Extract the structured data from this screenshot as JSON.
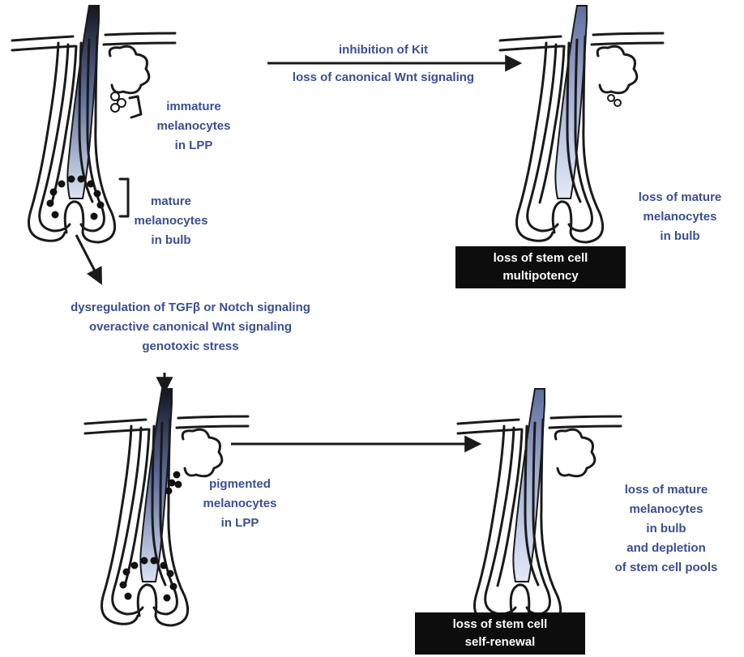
{
  "top_arrow": {
    "line1": "inhibition of Kit",
    "line2": "loss of canonical Wnt signaling"
  },
  "panel_top_left": {
    "label_lpp": [
      "immature",
      "melanocytes",
      "in LPP"
    ],
    "label_bulb": [
      "mature",
      "melanocytes",
      "in bulb"
    ]
  },
  "panel_top_right": {
    "label_bulb": [
      "loss of mature",
      "melanocytes",
      "in bulb"
    ],
    "box": [
      "loss of stem cell",
      "multipotency"
    ]
  },
  "middle_text": [
    "dysregulation of TGFβ or Notch signaling",
    "overactive canonical Wnt signaling",
    "genotoxic stress"
  ],
  "panel_bottom_left": {
    "label_lpp": [
      "pigmented",
      "melanocytes",
      "in LPP"
    ]
  },
  "panel_bottom_right": {
    "label": [
      "loss of mature",
      "melanocytes",
      "in bulb",
      "and depletion",
      "of stem cell pools"
    ],
    "box": [
      "loss of stem cell",
      "self-renewal"
    ]
  },
  "colors": {
    "text": "#3a4e92",
    "outline": "#1a1a1a",
    "shaft_dark": "#15151f",
    "shaft_light": "#dbe3f3",
    "box_bg": "#0d0d0d"
  }
}
